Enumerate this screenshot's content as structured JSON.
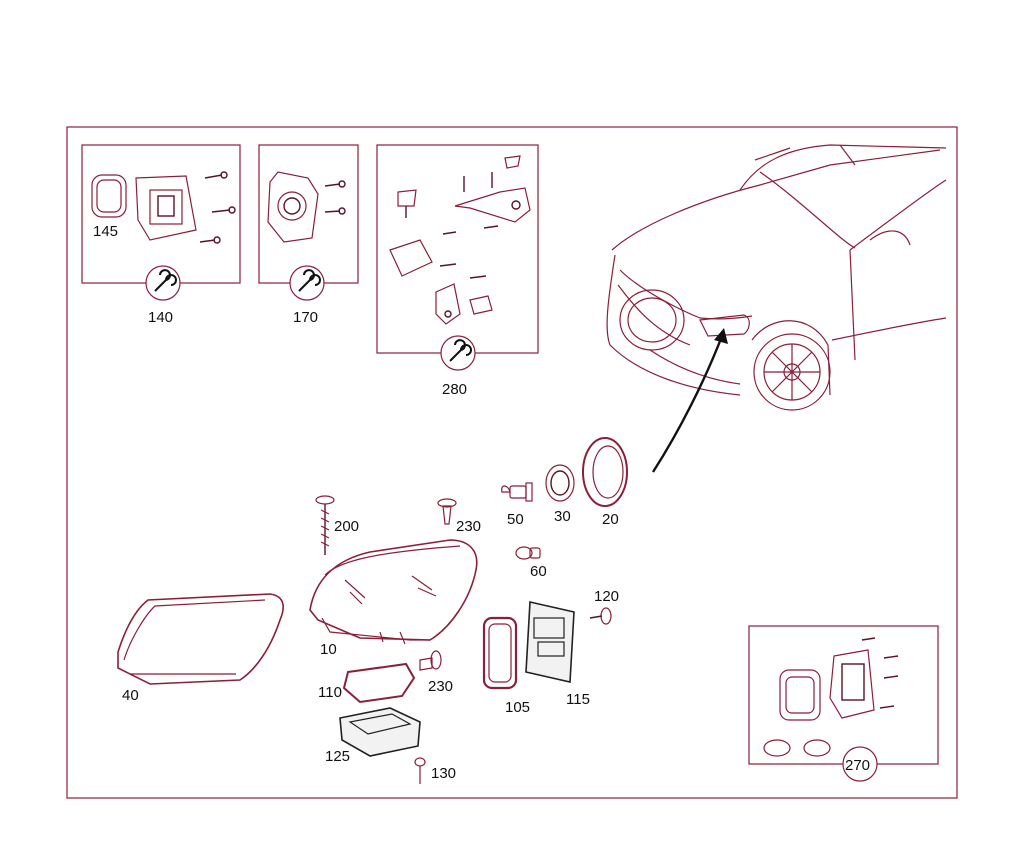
{
  "colors": {
    "line": "#8a1f3a",
    "frame": "#8a1f3a",
    "text": "#111111",
    "arrow": "#111111"
  },
  "callouts": {
    "c145": "145",
    "c140": "140",
    "c170": "170",
    "c280": "280",
    "c200": "200",
    "c230a": "230",
    "c50": "50",
    "c30": "30",
    "c20": "20",
    "c60": "60",
    "c120": "120",
    "c10": "10",
    "c40": "40",
    "c110": "110",
    "c230b": "230",
    "c105": "105",
    "c115": "115",
    "c125": "125",
    "c130": "130",
    "c270": "270"
  },
  "icons": [
    "wrench-icon"
  ]
}
